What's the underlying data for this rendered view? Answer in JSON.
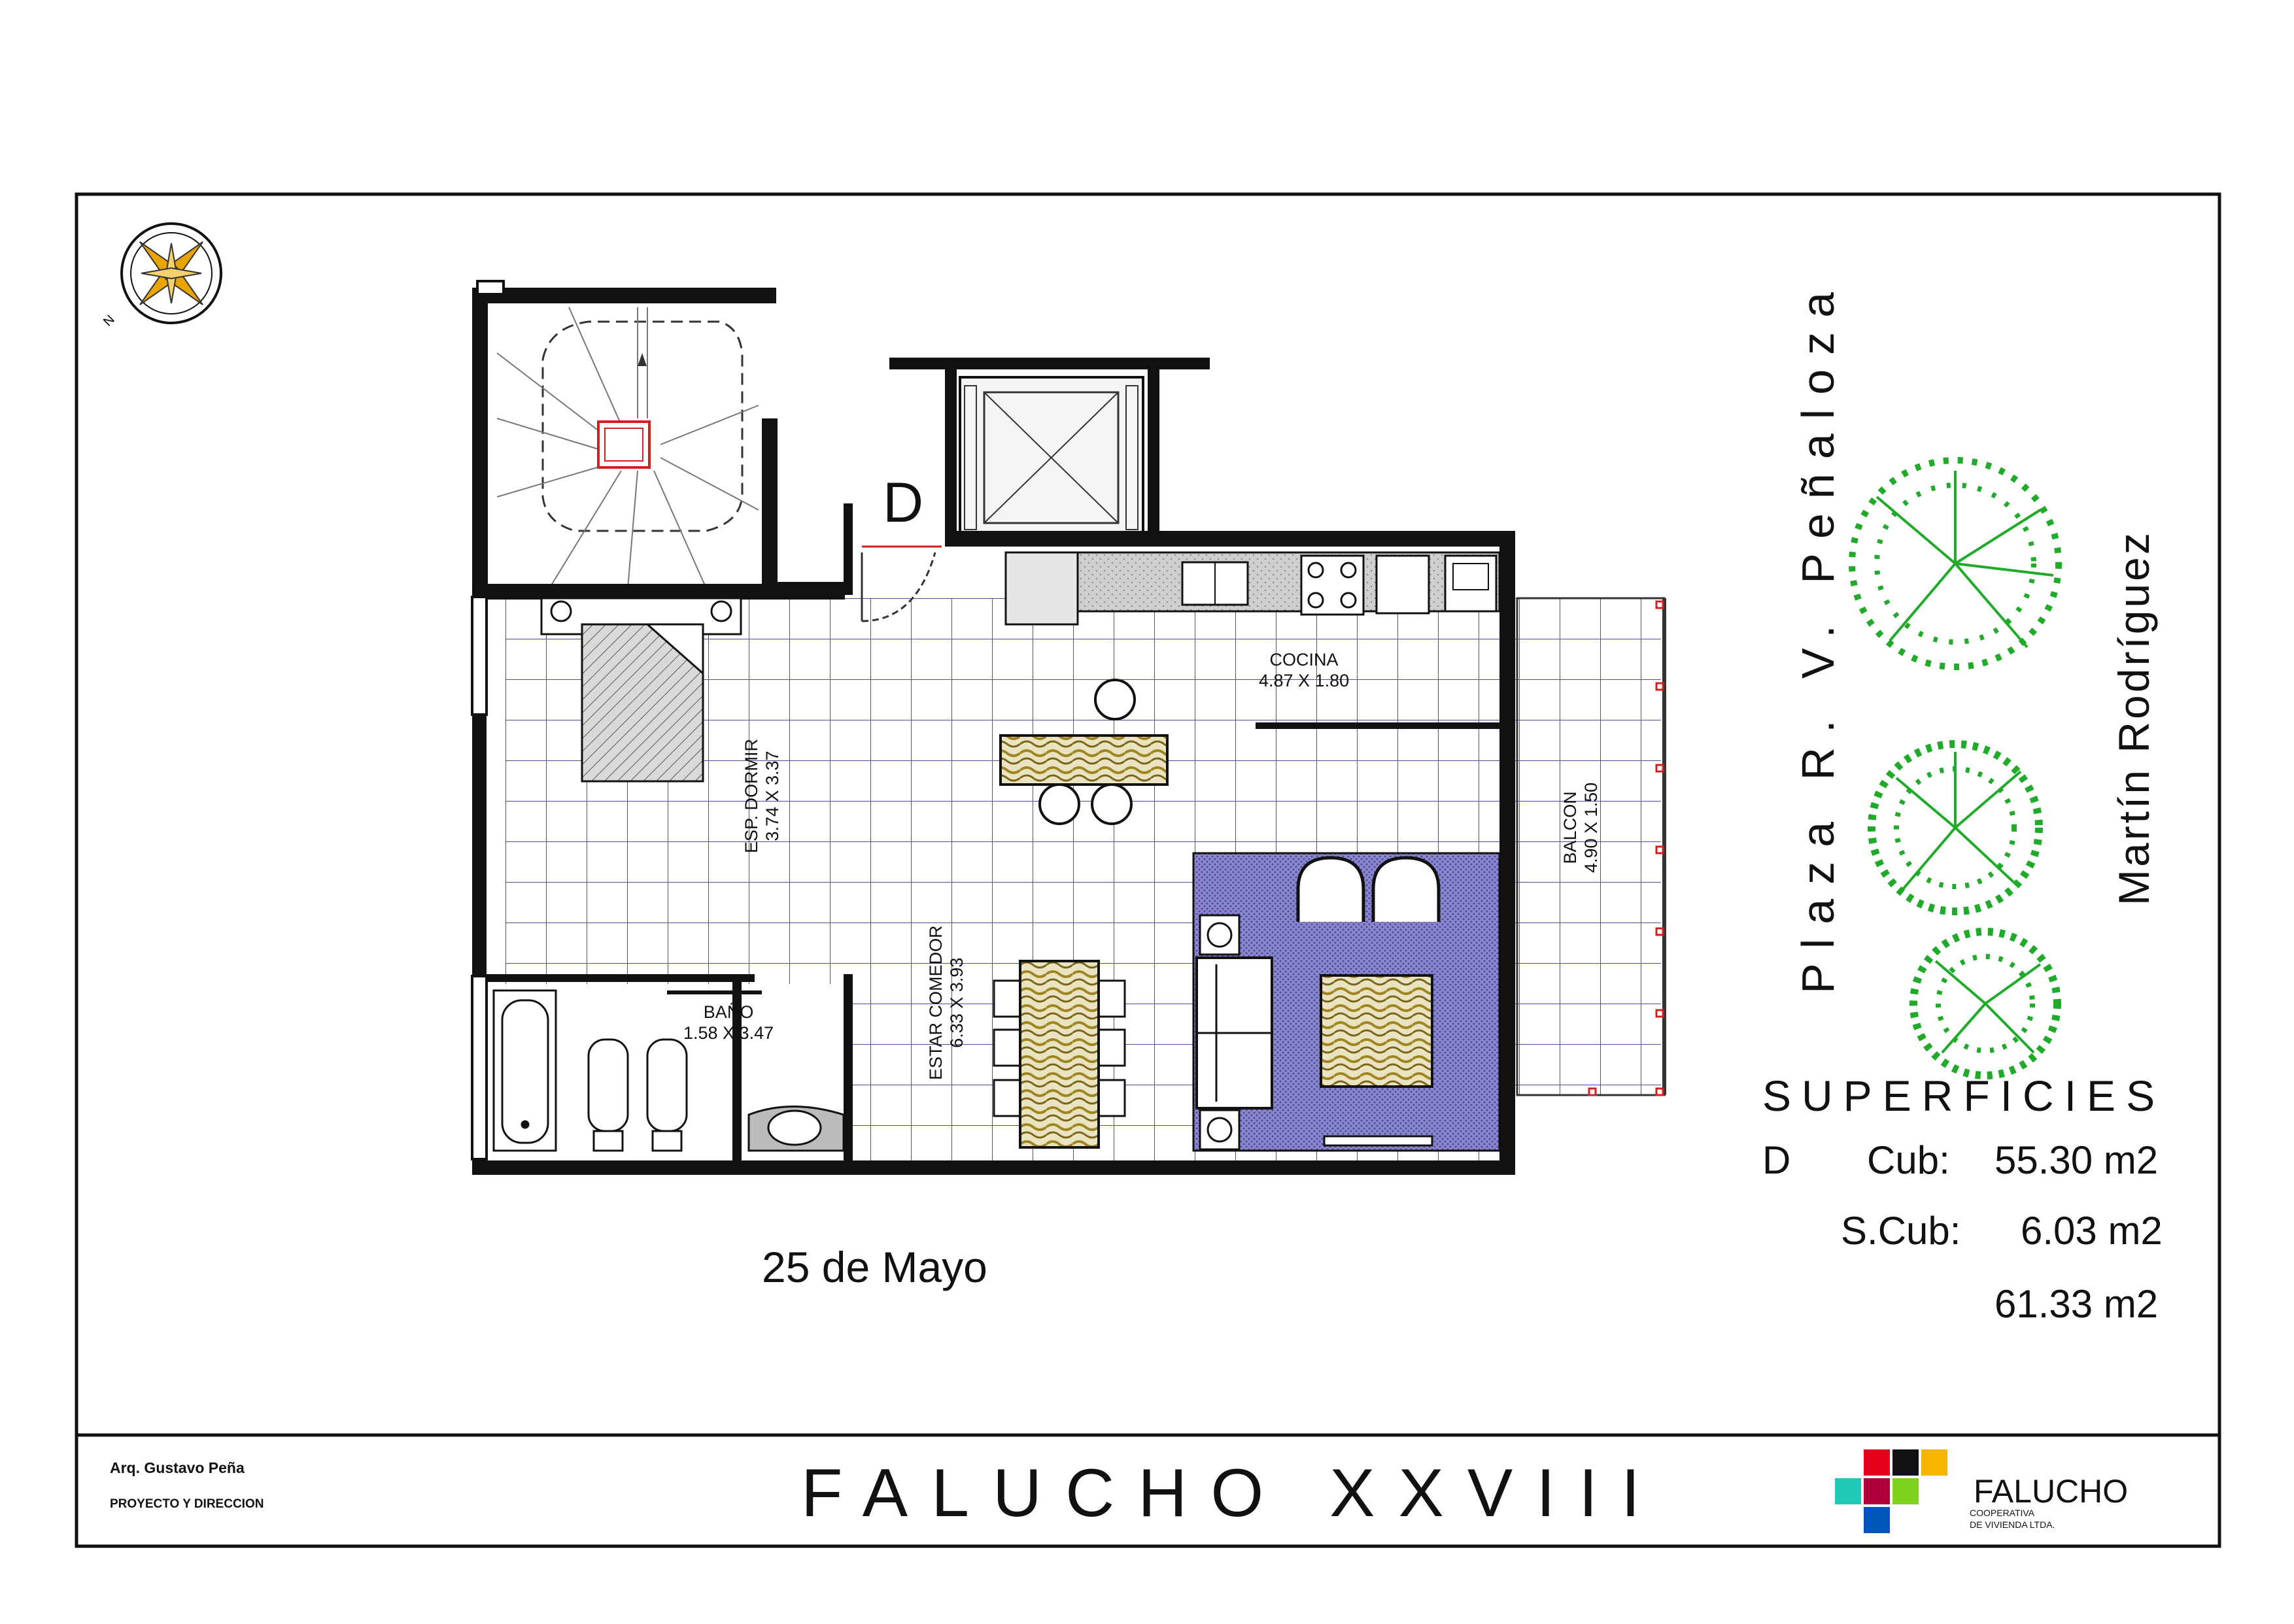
{
  "streets": {
    "bottom": "25 de Mayo",
    "right_primary": "Plaza R. V. Peñaloza",
    "right_secondary": "Martín Rodríguez"
  },
  "unit_letter": "D",
  "rooms": [
    {
      "name": "ESP. DORMIR",
      "size": "3.74 X 3.37"
    },
    {
      "name": "COCINA",
      "size": "4.87 X 1.80"
    },
    {
      "name": "BALCON",
      "size": "4.90 X 1.50"
    },
    {
      "name": "ESTAR COMEDOR",
      "size": "6.33 X 3.93"
    },
    {
      "name": "BAÑO",
      "size": "1.58 X 3.47"
    }
  ],
  "superficies": {
    "title": "SUPERFICIES",
    "unit": "D",
    "cub_label": "Cub:",
    "cub_value": "55.30 m2",
    "scub_label": "S.Cub:",
    "scub_value": "6.03 m2",
    "total_value": "61.33 m2"
  },
  "title_block": {
    "author": "Arq. Gustavo Peña",
    "role": "PROYECTO Y DIRECCION",
    "project": "FALUCHO XXVIII"
  },
  "logo": {
    "name": "FALUCHO",
    "line1": "COOPERATIVA",
    "line2": "DE VIVIENDA LTDA.",
    "colors": [
      "#e2001a",
      "#111111",
      "#f6b400",
      "#1fc9b4",
      "#b0003a",
      "#7ed321",
      "#0055b8"
    ]
  },
  "colors": {
    "grid": "#4a4aa8",
    "wall": "#111111",
    "tree": "#1faa2a",
    "rug": "#7a75c8",
    "wood": "#b69a3a",
    "compass": "#e8a400"
  }
}
